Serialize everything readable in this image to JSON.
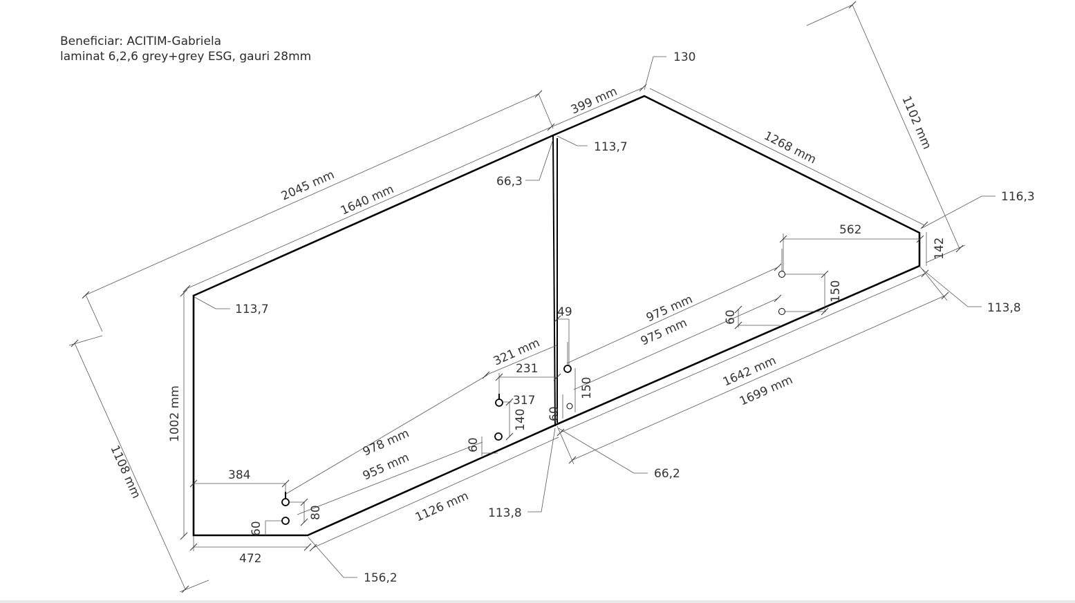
{
  "header": {
    "beneficiary": "Beneficiar: ACITIM-Gabriela",
    "spec": "laminat 6,2,6 grey+grey ESG, gauri 28mm"
  },
  "dimensions": {
    "d2045": "2045 mm",
    "d1640": "1640 mm",
    "d399": "399 mm",
    "d1268": "1268 mm",
    "d1102": "1102 mm",
    "d1108": "1108 mm",
    "d1002": "1002 mm",
    "d1642": "1642 mm",
    "d1699": "1699 mm",
    "d1126": "1126 mm",
    "d978": "978 mm",
    "d955": "955 mm",
    "d975a": "975 mm",
    "d975b": "975 mm",
    "d321": "321 mm",
    "d562": "562",
    "d384": "384",
    "d472": "472",
    "d231": "231",
    "d317": "317",
    "d49": "49",
    "d142": "142",
    "d150a": "150",
    "d150b": "150",
    "d140": "140",
    "d80": "80",
    "d60a": "60",
    "d60b": "60",
    "d60c": "60",
    "d60d": "60"
  },
  "angles": {
    "a130": "130",
    "a113_7_top": "113,7",
    "a66_3": "66,3",
    "a116_3": "116,3",
    "a113_8_right": "113,8",
    "a113_7_left": "113,7",
    "a66_2": "66,2",
    "a113_8_bottom": "113,8",
    "a156_2": "156,2"
  }
}
